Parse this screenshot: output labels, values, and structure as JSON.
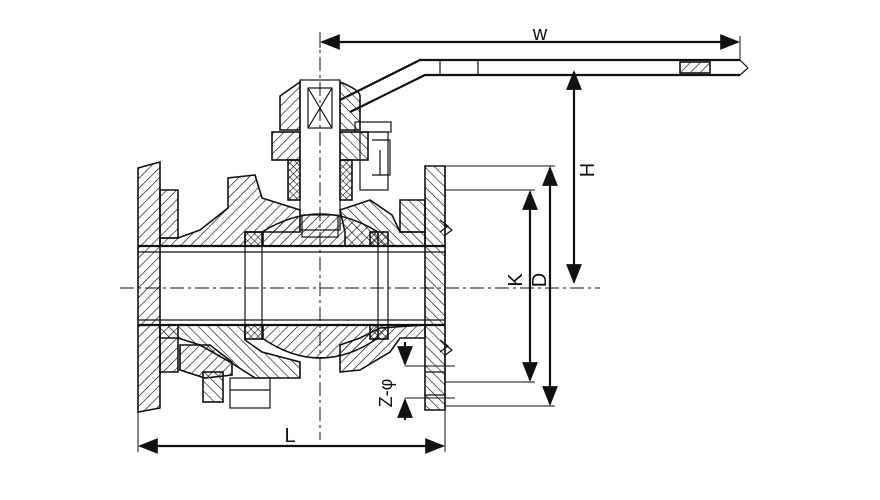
{
  "diagram": {
    "dimension_labels": {
      "w": "w",
      "h": "H",
      "k": "K",
      "d": "D",
      "z_phi": "Z-φ",
      "l": "L"
    }
  }
}
